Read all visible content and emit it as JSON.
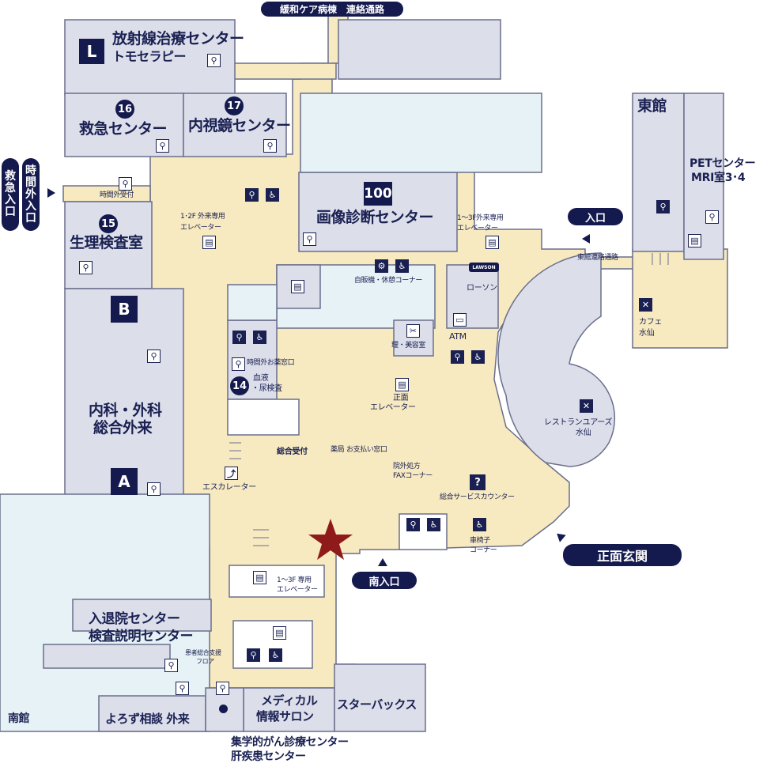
{
  "top_corridor": "緩和ケア病棟　連絡通路",
  "rooms": {
    "radiation": {
      "badge": "L",
      "title": "放射線治療センター",
      "sub": "トモセラピー"
    },
    "emergency": {
      "badge": "16",
      "title": "救急センター"
    },
    "endoscopy": {
      "badge": "17",
      "title": "内視鏡センター"
    },
    "imaging": {
      "badge": "100",
      "title": "画像診断センター"
    },
    "physiology": {
      "badge": "15",
      "title": "生理検査室"
    },
    "internal": {
      "badge_b": "B",
      "title1": "内科・外科",
      "title2": "総合外来",
      "badge_a": "A"
    },
    "blood": {
      "badge": "14",
      "title1": "血液",
      "title2": "・尿検査"
    },
    "east": {
      "title": "東館",
      "pet1": "PETセンター",
      "pet2": "MRI室3･4"
    },
    "cafe": {
      "line1": "カフェ",
      "line2": "水仙"
    },
    "restaurant": {
      "line1": "レストランユアーズ",
      "line2": "水仙"
    },
    "lawson": "ローソン",
    "lawson_logo": "LAWSON",
    "admission1": "入退院センター",
    "admission2": "検査説明センター",
    "south_building": "南館",
    "consult": "よろず相談 外来",
    "medical_info1": "メディカル",
    "medical_info2": "情報サロン",
    "starbucks": "スターバックス",
    "cancer1": "集学的がん診療センター",
    "cancer2": "肝疾患センター"
  },
  "labels": {
    "after_hours_reception": "時間外受付",
    "elevator_12f": "1･2F 外来専用",
    "elevator_12f_b": "エレベーター",
    "elevator_13f": "1～3F外来専用",
    "elevator_13f_b": "エレベーター",
    "vending": "自販機・休憩コーナー",
    "barber": "理・美容室",
    "after_hours_pharmacy": "時間外お薬窓口",
    "atm": "ATM",
    "front_elevator1": "正面",
    "front_elevator2": "エレベーター",
    "east_passage": "東館連絡通路",
    "general_reception": "総合受付",
    "pharmacy": "薬局",
    "payment": "お支払い窓口",
    "outside_rx1": "院外処方",
    "outside_rx2": "FAXコーナー",
    "service_counter": "総合サービスカウンター",
    "escalator": "エスカレーター",
    "wheelchair1": "車椅子",
    "wheelchair2": "コーナー",
    "elevator_south": "1～3F 専用",
    "elevator_south_b": "エレベーター",
    "patient_support1": "患者総合支援",
    "patient_support2": "フロア"
  },
  "entrances": {
    "emergency": "救急入口",
    "after_hours": "時間外入口",
    "east": "入口",
    "main": "正面玄関",
    "south": "南入口"
  },
  "icons": [
    "toilet-icon",
    "wheelchair-icon",
    "elevator-icon",
    "restaurant-icon",
    "question-icon",
    "escalator-icon",
    "vending-icon",
    "atm-icon",
    "barber-icon",
    "current-location-star-icon"
  ],
  "colors": {
    "corridor": "#f7e9c0",
    "room": "#dcdeea",
    "light_blue": "#e6f2f6",
    "navy": "#141a4e",
    "star": "#8f1a1a",
    "outline": "#6a6f8c"
  }
}
